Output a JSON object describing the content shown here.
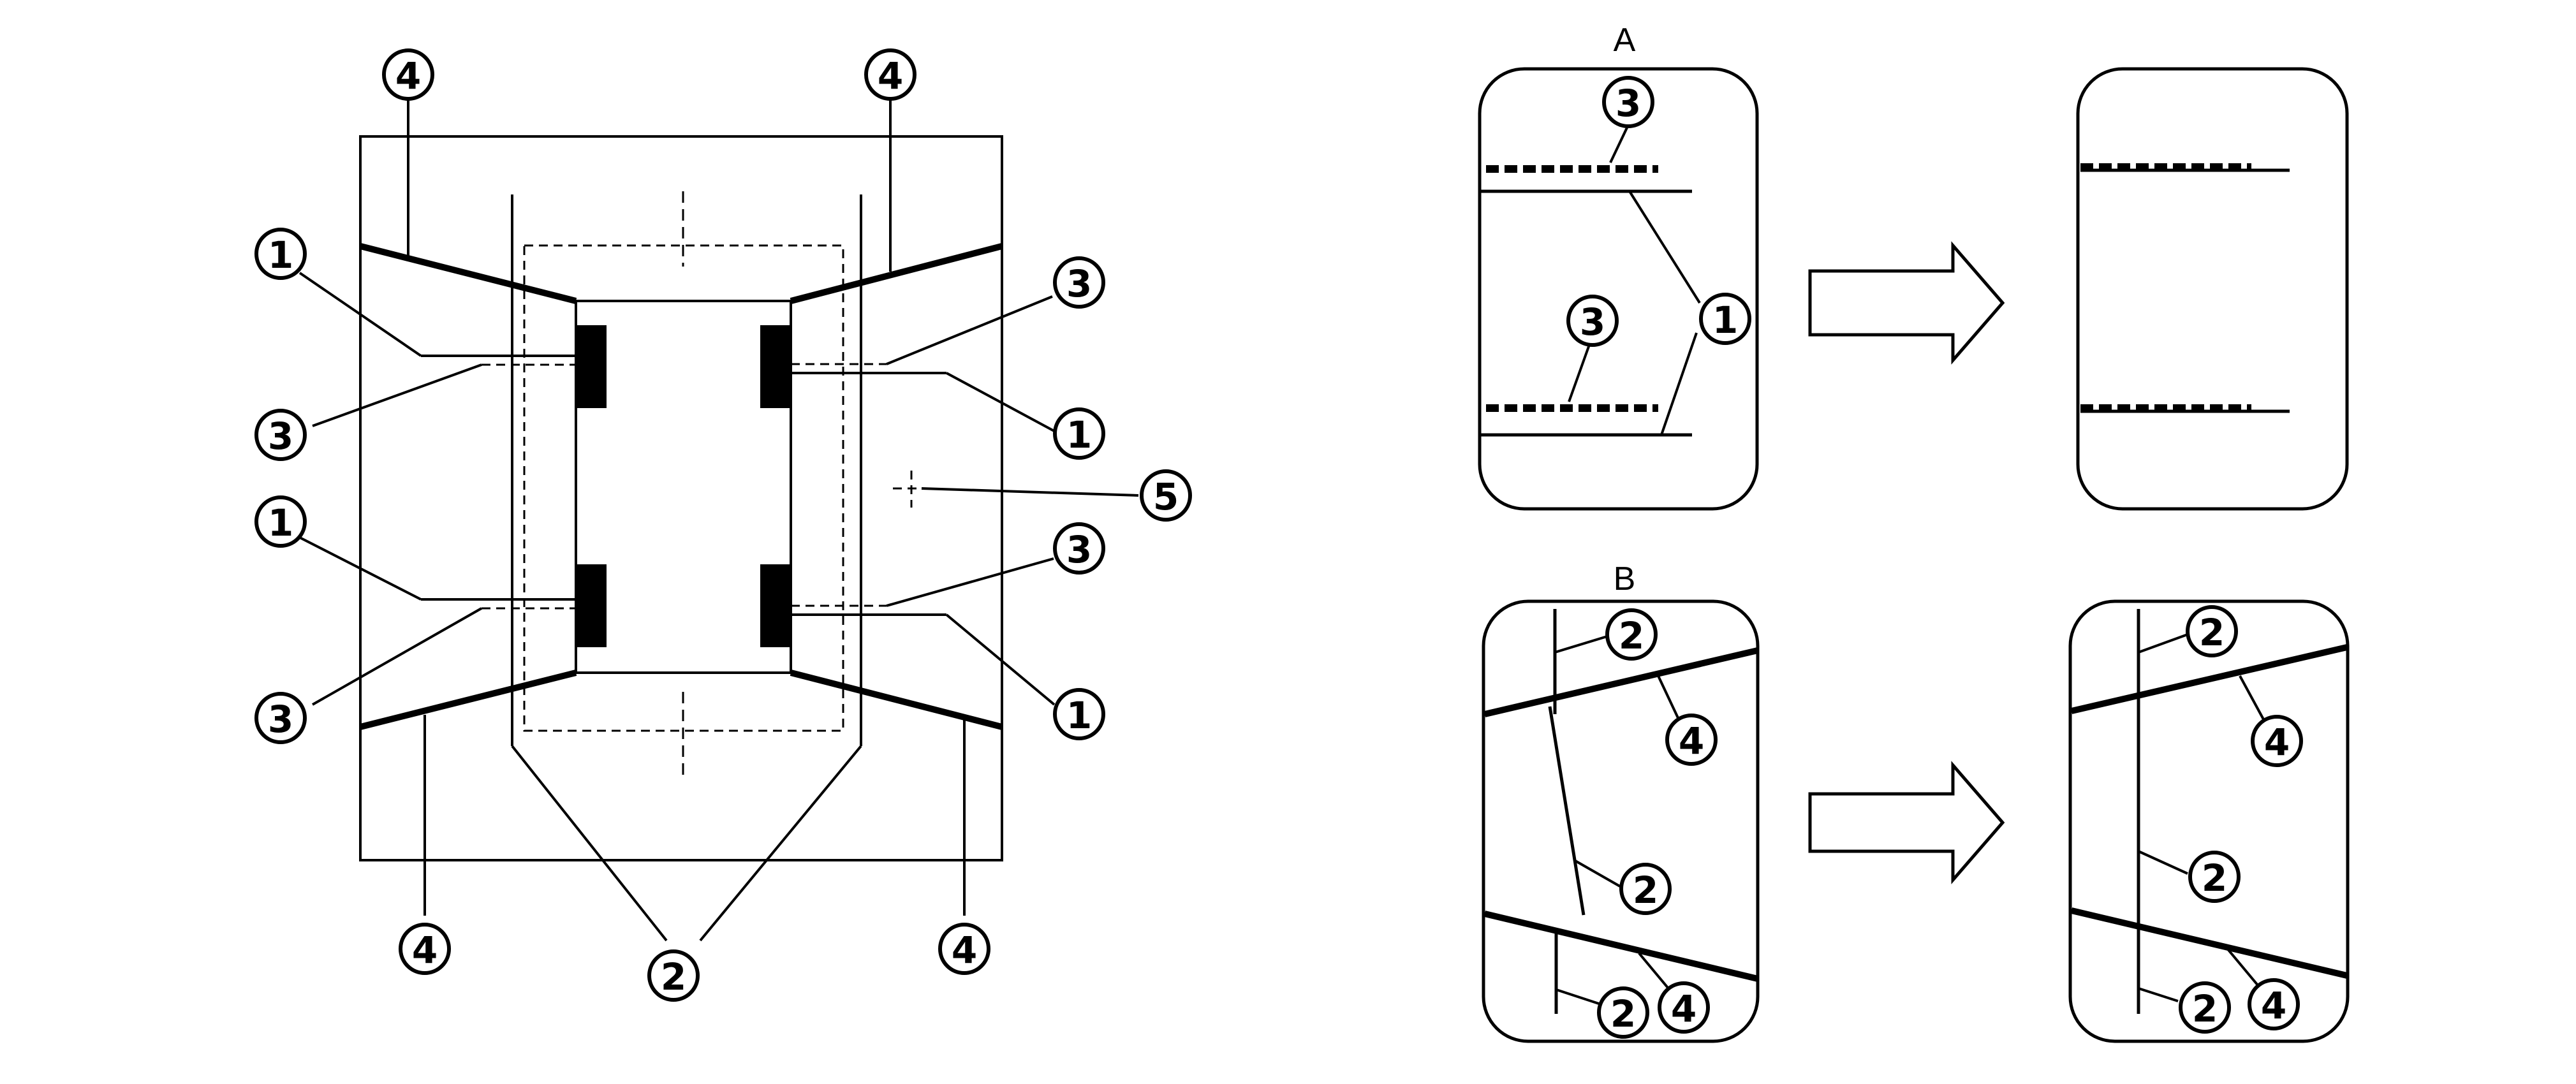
{
  "callouts": {
    "c1": "1",
    "c2": "2",
    "c3": "3",
    "c4": "4",
    "c5": "5"
  },
  "panels": {
    "a_label": "A",
    "b_label": "B"
  }
}
